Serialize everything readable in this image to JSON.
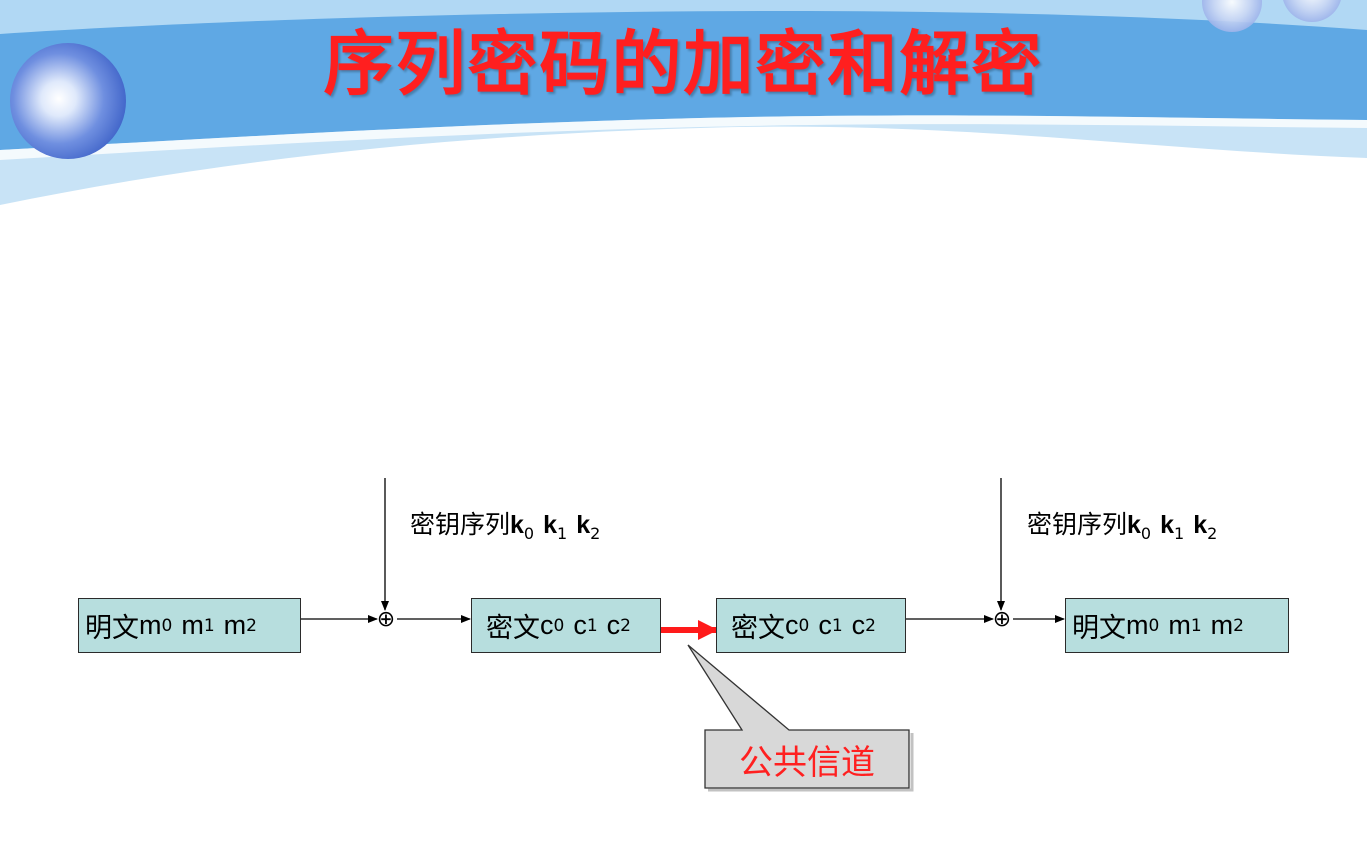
{
  "title": "序列密码的加密和解密",
  "diagram": {
    "plaintext_in": {
      "chars": "明文",
      "items": [
        "m",
        "m",
        "m"
      ],
      "subs": [
        "0",
        "1",
        "2"
      ]
    },
    "ciphertext_send": {
      "chars": "密文",
      "items": [
        "c",
        "c",
        "c"
      ],
      "subs": [
        "0",
        "1",
        "2"
      ]
    },
    "ciphertext_recv": {
      "chars": "密文",
      "items": [
        "c",
        "c",
        "c"
      ],
      "subs": [
        "0",
        "1",
        "2"
      ]
    },
    "plaintext_out": {
      "chars": "明文",
      "items": [
        "m",
        "m",
        "m"
      ],
      "subs": [
        "0",
        "1",
        "2"
      ]
    },
    "key_left": {
      "chars": "密钥序列",
      "items": [
        "k",
        "k",
        "k"
      ],
      "subs": [
        "0",
        "1",
        "2"
      ]
    },
    "key_right": {
      "chars": "密钥序列",
      "items": [
        "k",
        "k",
        "k"
      ],
      "subs": [
        "0",
        "1",
        "2"
      ]
    },
    "xor_symbol": "⊕",
    "callout": "公共信道",
    "colors": {
      "box_fill": "#b7dede",
      "channel_arrow": "#ff1a1a",
      "callout_text": "#ff2020",
      "title": "#ff1f1f"
    }
  }
}
